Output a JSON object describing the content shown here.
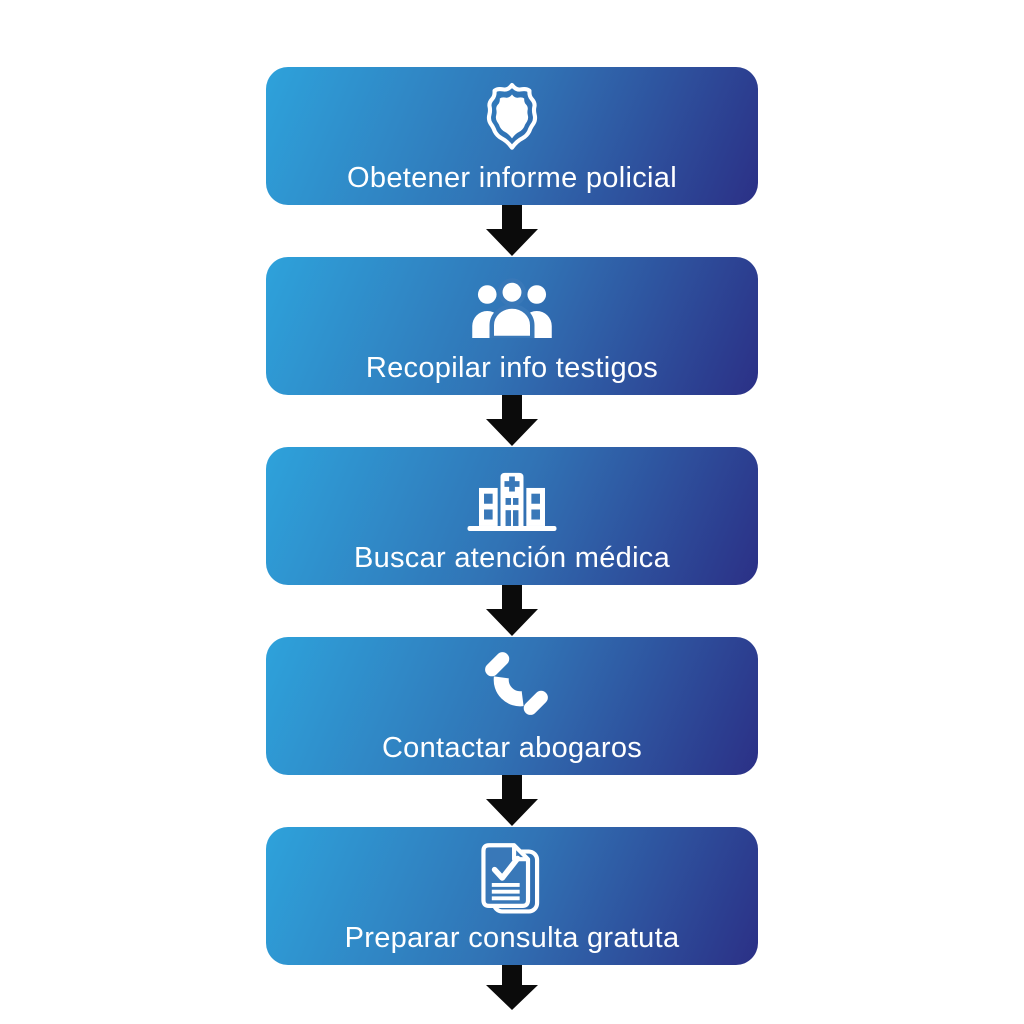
{
  "flowchart": {
    "background_color": "#ffffff",
    "box_gradient": {
      "from": "#2ea2db",
      "mid": "#3173b5",
      "to": "#2b3086"
    },
    "text_color": "#ffffff",
    "arrow_color": "#0b0b0b",
    "icon_color": "#ffffff",
    "steps": [
      {
        "label": "Obetener informe policial",
        "icon": "police-badge-icon"
      },
      {
        "label": "Recopilar info testigos",
        "icon": "people-group-icon"
      },
      {
        "label": "Buscar atención médica",
        "icon": "hospital-icon"
      },
      {
        "label": "Contactar abogaros",
        "icon": "phone-icon"
      },
      {
        "label": "Preparar consulta gratuta",
        "icon": "documents-checklist-icon"
      }
    ]
  }
}
